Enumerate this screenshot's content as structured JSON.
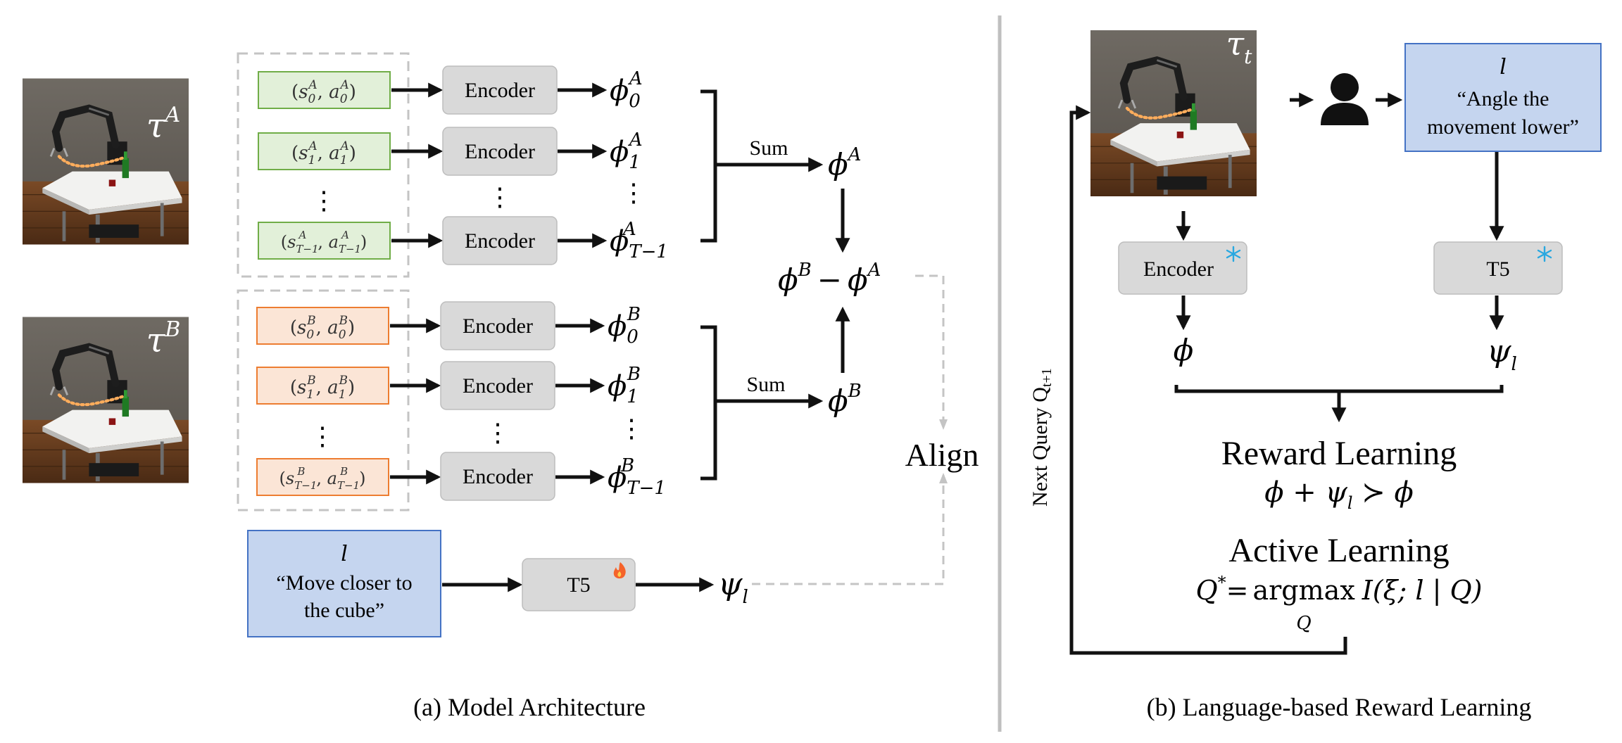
{
  "left": {
    "caption": "(a) Model Architecture",
    "traj_a_label": "τ",
    "traj_a_sup": "A",
    "traj_b_label": "τ",
    "traj_b_sup": "B",
    "encoder_label": "Encoder",
    "sum_label": "Sum",
    "align_label": "Align",
    "ellipsis": "⋮",
    "a_inputs": [
      {
        "s": "s",
        "sub": "0",
        "sup": "A",
        "a": "a"
      },
      {
        "s": "s",
        "sub": "1",
        "sup": "A",
        "a": "a"
      },
      {
        "s": "s",
        "sub": "T−1",
        "sup": "A",
        "a": "a"
      }
    ],
    "b_inputs": [
      {
        "s": "s",
        "sub": "0",
        "sup": "B",
        "a": "a"
      },
      {
        "s": "s",
        "sub": "1",
        "sup": "B",
        "a": "a"
      },
      {
        "s": "s",
        "sub": "T−1",
        "sup": "B",
        "a": "a"
      }
    ],
    "phi": "ϕ",
    "phi_a_outs": [
      "0",
      "1",
      "T−1"
    ],
    "phi_b_outs": [
      "0",
      "1",
      "T−1"
    ],
    "phi_a_sum_sup": "A",
    "phi_b_sum_sup": "B",
    "diff_minus": "−",
    "lang_l": "l",
    "lang_quote_line1": "“Move closer to",
    "lang_quote_line2": "the cube”",
    "t5_label": "T5",
    "psi": "ψ",
    "psi_sub": "l",
    "fire_icon": "fire-icon"
  },
  "right": {
    "caption": "(b) Language-based Reward Learning",
    "traj_label": "τ",
    "traj_sub": "t",
    "lang_l": "l",
    "lang_quote_line1": "“Angle the",
    "lang_quote_line2": "movement lower”",
    "encoder_label": "Encoder",
    "t5_label": "T5",
    "phi": "ϕ",
    "psi": "ψ",
    "psi_sub": "l",
    "reward_title": "Reward Learning",
    "reward_eq_phi1": "ϕ",
    "reward_eq_plus": " + ",
    "reward_eq_psi": "ψ",
    "reward_eq_sub": "l",
    "reward_eq_succ": " ≻ ",
    "reward_eq_phi2": "ϕ",
    "active_title": "Active Learning",
    "active_q": "Q",
    "active_star": "*",
    "active_eq": "=",
    "active_argmax": "argmax",
    "active_argmax_sub": "Q",
    "active_info": "I(ξ; l | Q)",
    "next_query": "Next Query Q",
    "next_query_sub": "t+1",
    "snow_icon": "snowflake-icon",
    "user_icon": "user-icon"
  },
  "colors": {
    "green_fill": "#e2f0d9",
    "green_stroke": "#70ad47",
    "orange_fill": "#fbe5d6",
    "orange_stroke": "#ed7d31",
    "blue_fill": "#c5d5ef",
    "blue_stroke": "#4472c4",
    "gray_box": "#d9d9d9",
    "arrow": "#111111",
    "dashed": "#bfbfbf"
  }
}
